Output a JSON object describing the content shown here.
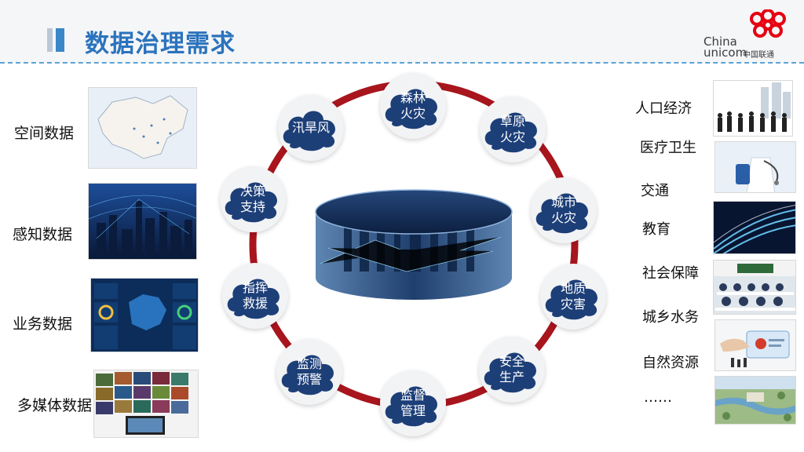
{
  "header": {
    "title": "数据治理需求",
    "logo": {
      "line1": "China",
      "line2": "unicom",
      "cn": "中国联通",
      "color": "#e60012"
    }
  },
  "left_data": [
    {
      "label": "空间数据",
      "image": "china-map"
    },
    {
      "label": "感知数据",
      "image": "smart-city-night"
    },
    {
      "label": "业务数据",
      "image": "dashboard"
    },
    {
      "label": "多媒体数据",
      "image": "video-wall"
    }
  ],
  "center": {
    "image": "data-cylinder-city",
    "nodes": [
      {
        "line1": "森林",
        "line2": "火灾"
      },
      {
        "line1": "草原",
        "line2": "火灾"
      },
      {
        "line1": "城市",
        "line2": "火灾"
      },
      {
        "line1": "地质",
        "line2": "灾害"
      },
      {
        "line1": "安全",
        "line2": "生产"
      },
      {
        "line1": "监督",
        "line2": "管理"
      },
      {
        "line1": "监测",
        "line2": "预警"
      },
      {
        "line1": "指挥",
        "line2": "救援"
      },
      {
        "line1": "决策",
        "line2": "支持"
      },
      {
        "line1": "汛旱风",
        "line2": ""
      }
    ],
    "ring_color": "#a8151d",
    "cloud_color": "#1d3f78"
  },
  "right_domains": [
    {
      "label": "人口经济",
      "image": "crowd"
    },
    {
      "label": "医疗卫生",
      "image": "doctor"
    },
    {
      "label": "交通",
      "image": "highway"
    },
    {
      "label": "教育",
      "image": "classroom"
    },
    {
      "label": "社会保障",
      "image": "social-card"
    },
    {
      "label": "城乡水务",
      "image": "aerial-park"
    },
    {
      "label": "自然资源",
      "image": ""
    },
    {
      "label": "……",
      "image": ""
    }
  ]
}
